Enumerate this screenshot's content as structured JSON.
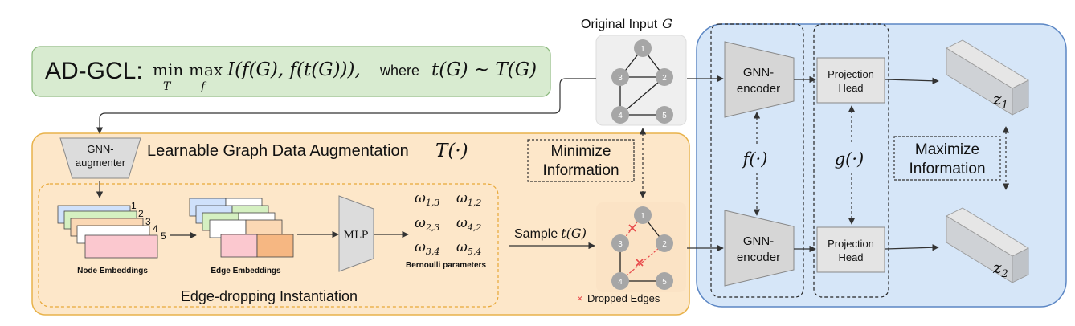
{
  "title_box": {
    "prefix": "AD-GCL:",
    "min": "min",
    "min_sub": "T",
    "max": "max",
    "max_sub": "f",
    "objective": "I(f(G), f(t(G))),",
    "where": "where",
    "condition": "t(G) ~ T(G)"
  },
  "original_input": {
    "label": "Original Input",
    "symbol": "G"
  },
  "graph_nodes": [
    "1",
    "2",
    "3",
    "4",
    "5"
  ],
  "augment_panel": {
    "augmenter_label_line1": "GNN-",
    "augmenter_label_line2": "augmenter",
    "title": "Learnable Graph Data Augmentation",
    "title_symbol": "T(·)",
    "node_numbers": [
      "1",
      "2",
      "3",
      "4",
      "5"
    ],
    "node_embeddings_label": "Node Embeddings",
    "edge_embeddings_label": "Edge Embeddings",
    "mlp_label": "MLP",
    "omegas": [
      {
        "base": "ω",
        "sub": "1,3"
      },
      {
        "base": "ω",
        "sub": "1,2"
      },
      {
        "base": "ω",
        "sub": "2,3"
      },
      {
        "base": "ω",
        "sub": "4,2"
      },
      {
        "base": "ω",
        "sub": "3,4"
      },
      {
        "base": "ω",
        "sub": "5,4"
      }
    ],
    "bernoulli_label": "Bernoulli parameters",
    "instantiation_label": "Edge-dropping Instantiation"
  },
  "minimize_box": {
    "line1": "Minimize",
    "line2": "Information"
  },
  "sample_label": {
    "text": "Sample",
    "symbol": "t(G)"
  },
  "dropped_edges_label": "Dropped Edges",
  "encoder_panel": {
    "encoder_line1": "GNN-",
    "encoder_line2": "encoder",
    "f_symbol": "f(·)",
    "projection_line1": "Projection",
    "projection_line2": "Head",
    "g_symbol": "g(·)",
    "maximize_line1": "Maximize",
    "maximize_line2": "Information",
    "z1": {
      "base": "z",
      "sub": "1"
    },
    "z2": {
      "base": "z",
      "sub": "2"
    }
  },
  "colors": {
    "title_box_fill": "#d8ebd0",
    "augment_fill": "#fde7c9",
    "augment_stroke": "#e8b24a",
    "encoder_fill": "#d6e6f8",
    "encoder_stroke": "#5b86c4",
    "node_fill": "#a6a6a6",
    "graph_bg": "#efefef",
    "drop_mark": "#e8494a",
    "emb_blue": "#cfe1fb",
    "emb_green": "#d5f0c1",
    "emb_orange": "#fbd8b4",
    "emb_pink": "#fbc8cf",
    "emb_dark_orange": "#f6b782"
  }
}
